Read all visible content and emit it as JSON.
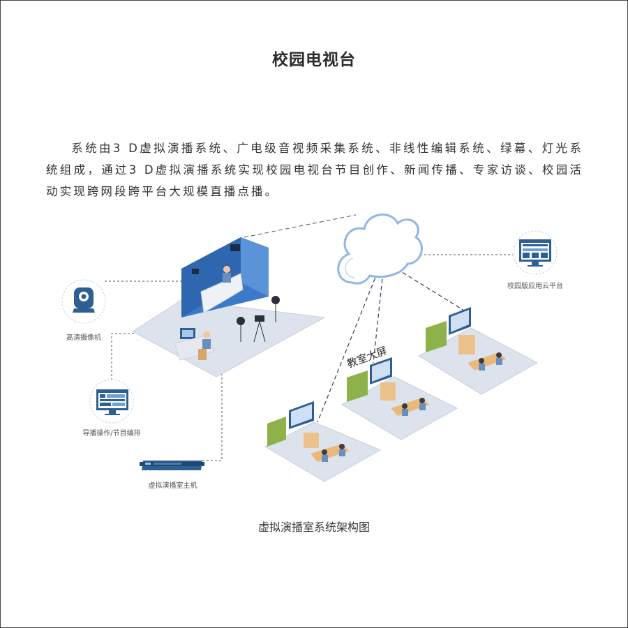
{
  "title": "校园电视台",
  "intro": "系统由3 D虚拟演播系统、广电级音视频采集系统、非线性编辑系统、绿幕、灯光系统组成，通过3 D虚拟演播系统实现校园电视台节目创作、新闻传播、专家访谈、校园活动实现跨网段跨平台大规模直播点播。",
  "nodes": {
    "camera": "高清摄像机",
    "director": "导播操作/节目编排",
    "host": "虚拟演播室主机",
    "cloud_platform": "校园版应用云平台",
    "classroom_screen": "教室大屏"
  },
  "caption": "虚拟演播室系统架构图",
  "colors": {
    "blue": "#2d5f93",
    "light_blue": "#6f9fd8",
    "floor": "#dde3ec",
    "studio_wall": "#3c79c8"
  }
}
